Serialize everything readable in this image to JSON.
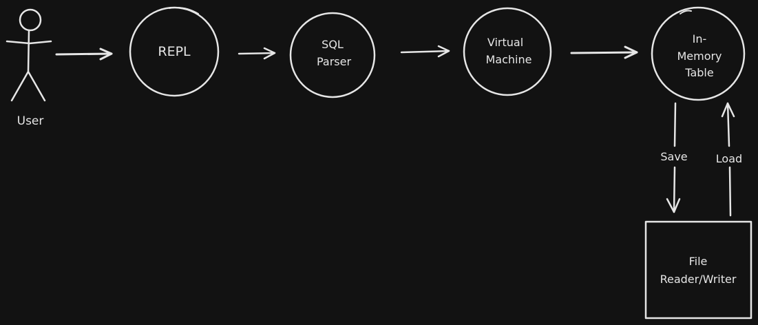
{
  "actor": {
    "label": "User"
  },
  "nodes": [
    {
      "id": "repl",
      "lines": [
        "REPL"
      ]
    },
    {
      "id": "sql-parser",
      "lines": [
        "SQL",
        "Parser"
      ]
    },
    {
      "id": "virtual-machine",
      "lines": [
        "Virtual",
        "Machine"
      ]
    },
    {
      "id": "in-memory-table",
      "lines": [
        "In-",
        "Memory",
        "Table"
      ]
    }
  ],
  "storage": {
    "lines": [
      "File",
      "Reader/Writer"
    ]
  },
  "edges": [
    {
      "from": "user",
      "to": "repl",
      "label": ""
    },
    {
      "from": "repl",
      "to": "sql-parser",
      "label": ""
    },
    {
      "from": "sql-parser",
      "to": "virtual-machine",
      "label": ""
    },
    {
      "from": "virtual-machine",
      "to": "in-memory-table",
      "label": ""
    },
    {
      "from": "in-memory-table",
      "to": "file-reader-writer",
      "label": "Save"
    },
    {
      "from": "file-reader-writer",
      "to": "in-memory-table",
      "label": "Load"
    }
  ],
  "colors": {
    "background": "#121212",
    "stroke": "#e6e6e6"
  }
}
